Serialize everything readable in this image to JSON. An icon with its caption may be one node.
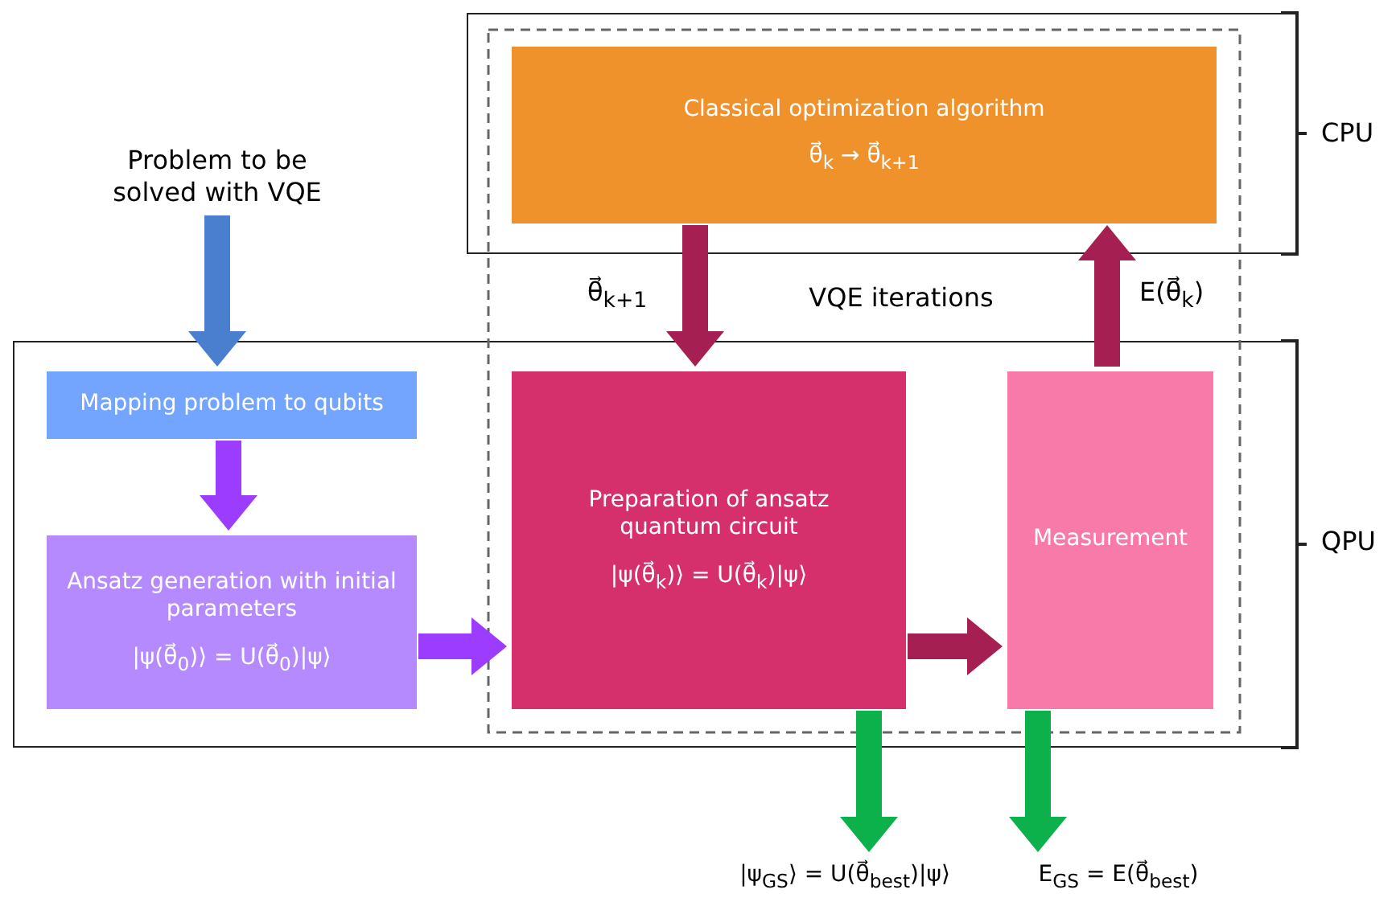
{
  "diagram": {
    "nodes": [
      {
        "text": [
          "CPU"
        ]
      },
      {
        "text": [
          "Classical optimization algorithm",
          "θ⃗$_{k}$ → θ⃗$_{k+1}$"
        ],
        "in": 0
      },
      {
        "text": [
          "Problem to be solved with VQE"
        ]
      },
      {
        "text": [
          "QPU"
        ]
      },
      {
        "text": [
          "Mapping problem to qubits"
        ],
        "in": 3
      },
      {
        "text": [
          "Ansatz generation with initial parameters",
          "|ψ(θ⃗$_{0}$)⟩ = U(θ⃗$_{0}$)|ψ⟩"
        ],
        "in": 3
      },
      {
        "text": [
          "Preparation of ansatz quantum circuit",
          "|ψ(θ⃗$_{k}$)⟩ = U(θ⃗$_{k}$)|ψ⟩"
        ],
        "in": 3
      },
      {
        "text": [
          "Measurement"
        ],
        "in": 3
      },
      {
        "text": [
          "|ψ$_{GS}$⟩ = U(θ⃗$_{best}$)|ψ⟩"
        ]
      },
      {
        "text": [
          "E$_{GS}$ = E(θ⃗$_{best}$)"
        ]
      }
    ],
    "edges": [
      {
        "from": 2,
        "to": 4,
        "arrow": "to",
        "color": "#4a7fd0"
      },
      {
        "from": 4,
        "to": 5,
        "arrow": "to",
        "color": "#9b3cff"
      },
      {
        "from": 5,
        "to": 6,
        "arrow": "to",
        "color": "#9b3cff"
      },
      {
        "from": 1,
        "to": 6,
        "arrow": "to",
        "label": "θ⃗$_{k+1}$",
        "color": "#a51f52"
      },
      {
        "from": 6,
        "to": 7,
        "arrow": "to",
        "color": "#a51f52"
      },
      {
        "from": 7,
        "to": 1,
        "arrow": "to",
        "label": "E(θ⃗$_{k}$)",
        "color": "#a51f52"
      },
      {
        "from": 6,
        "to": 8,
        "arrow": "to",
        "color": "#0db14b"
      },
      {
        "from": 7,
        "to": 9,
        "arrow": "to",
        "color": "#0db14b"
      }
    ],
    "labels": [
      "VQE iterations"
    ]
  }
}
